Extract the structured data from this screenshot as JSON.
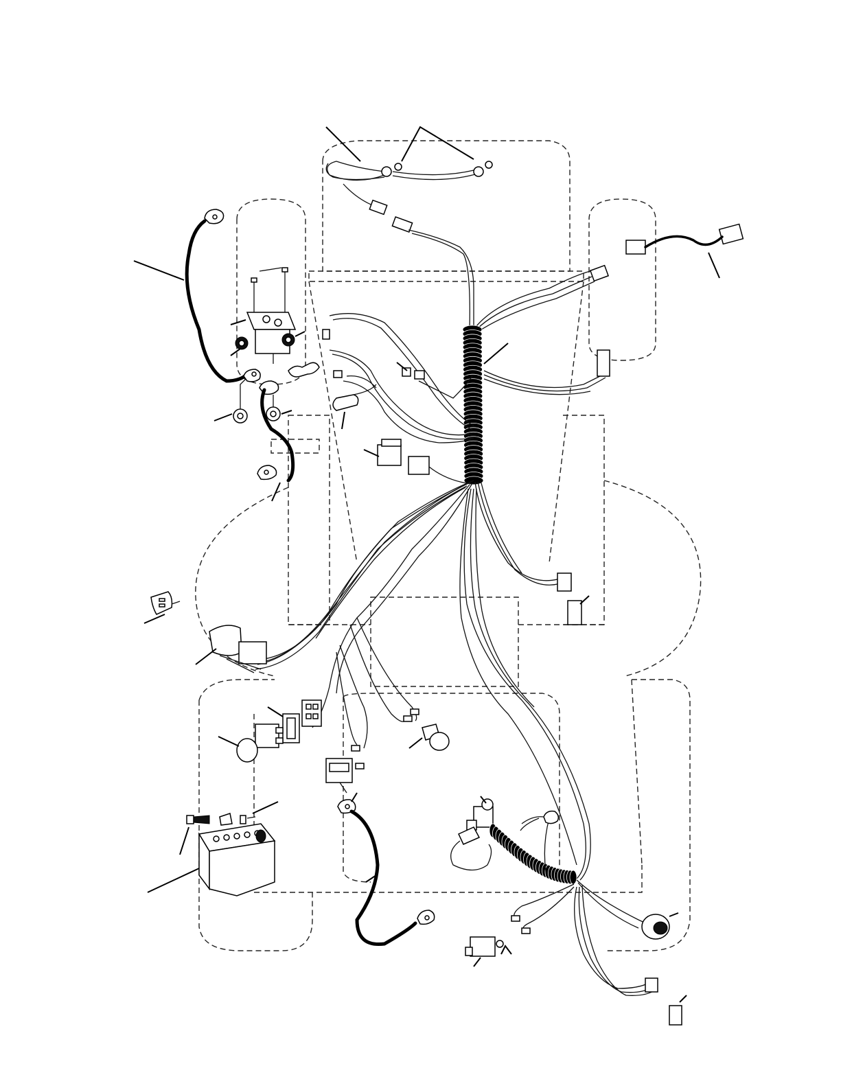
{
  "diagram": {
    "kind": "wiring-harness-exploded-view",
    "labels": [],
    "components": [
      "headlight-harness",
      "headlight-bulb-left",
      "headlight-bulb-right",
      "battery-cable-positive",
      "starter-solenoid",
      "solenoid-nut",
      "main-wire-harness",
      "fuse-holder",
      "relay",
      "pto-connector",
      "ground-cable",
      "ignition-key",
      "ignition-switch",
      "light-switch",
      "switch-bezel",
      "switch-knob",
      "hour-meter",
      "battery",
      "battery-cable",
      "battery-bolt",
      "battery-nut",
      "interlock-switch",
      "seat-switch",
      "brake-switch",
      "pto-switch",
      "reverse-switch",
      "alarm-module"
    ]
  }
}
